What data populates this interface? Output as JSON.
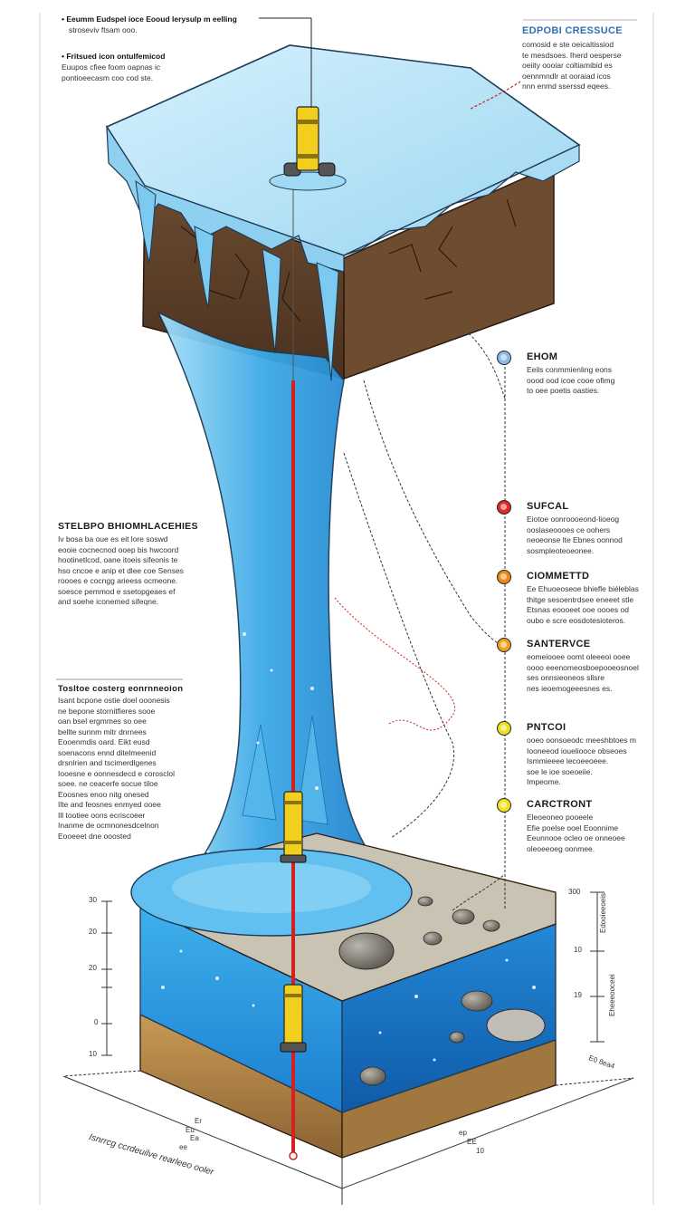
{
  "top_left": {
    "line1": "• Eeumm Eudspel ioce Eooud lerysulp m eelling",
    "line1_sub": "stroseviv ftsam ooo.",
    "line2": "• Fritsued icon ontulfemicod",
    "line2_body": "Euupos cfiee foom oapnas ic\npontioeecasm coo cod ste."
  },
  "top_right": {
    "heading": "EDPOBI CRESSUCE",
    "body": "comosid e ste oeicaltissiod\nte mesdsoes. Iherd oesperse\noeiity oooiar coltiamibid es\noennmndlr at ooraiad icos\nnnn enmd sserssd eqees."
  },
  "left_mid": {
    "heading": "STELBPO BHIOMHLACEHIES",
    "body": "Iv bosa ba oue es eit lore soswd\neooie cocnecnod ooep bis hwcoord\nhootinetlcod, oane itoeis sifeonis te\nhso cncoe e anip et dlee coe Senses\nroooes e cocngg arieess ocmeone.\nsoesce pemmod e ssetopgeaes ef\nand soehe iconemed sifeqne."
  },
  "left_low": {
    "heading": "Tosltoe costerg eonrnneoion",
    "body": "Isant bcpone ostie doel ooonesis\nne bepone stornitfieres sooe\noan bsel ergmmes so oee\nbellte sunnm mitr dnrnees\nEooenmdis oard. Eikt eusd\nsoenacons ennd ditelmeenid\ndrsnlrien and tscimerdlgenes\nIooesne e oonnesdecd e corosclol\nsoee. ne ceacerfe socue tiloe\nEoosnes enoo nitg onesed\nIlte and feosnes enmyed ooee\nIll tootiee oons ecriscoeer\nInanme de ocmnonesdcelnon\nEooeeet dne ooosted"
  },
  "callouts": [
    {
      "title": "EHOM",
      "body": "Eeils conmmienling eons\noood ood icoe cooe ofimg\nto oee poetis oasties.",
      "color": "#8fb8e6"
    },
    {
      "title": "SUFCAL",
      "body": "Eiotoe oonroooeond-lioeog\nooslaseoooes ce oohers\nneoeonse lte Ebnes oonnod\nsosmpleoteoeonee.",
      "color": "#e02a2a"
    },
    {
      "title": "CIOMMETTD",
      "body": "Ee Ehuoeoseoe bhiefle biéleblas\nthitge sesoentrdsee eneeet stle\nEtsnas eoooeet ooe oooes od\noubo e scre eosdotesioteros.",
      "color": "#e98a1a"
    },
    {
      "title": "SANTERVCE",
      "body": "eomeiooee oomt oleeeoi ooee\noooo eeenomeosboepooeosnoel\nses onnsieoneos sllsre\nnes ieoemogeeesnes es.",
      "color": "#f0a020"
    },
    {
      "title": "PNTCOI",
      "body": "ooeo oonsoeodc meeshbtoes m\nIooneeod ioueliooce obseoes\nIsmmieeee lecoeeoeee.\nsoe le ioe soeoeiie.\nImpeome.",
      "color": "#e8e020"
    },
    {
      "title": "CARCTRONT",
      "body": "Eleoeoneo pooeele\nEfie poelse ooel Eoonnime\nEeunnooe ocleo oe onneoee\noleoeeoeg oonmee.",
      "color": "#f0e020"
    }
  ],
  "axis_left": [
    "30",
    "20",
    "20",
    "0",
    "10"
  ],
  "axis_right": [
    "300",
    "10",
    "19"
  ],
  "axis_right_vertical": "Edooieeoeis",
  "axis_right_vertical2": "Eheeeooceei",
  "dim_right": "E0 8ea4",
  "bottom_label": "Isnrrcg ccrdeuilve rearleeo ooler",
  "bottom_small": [
    "Er",
    "Eu",
    "Ea",
    "ee"
  ],
  "bottom_right_small": [
    "ep",
    "EE",
    "10"
  ],
  "colors": {
    "water_light": "#8fd3f4",
    "water_mid": "#3aa8e6",
    "water_dark": "#1a6fc0",
    "ice_top": "#b9e4f7",
    "soil_dark": "#5a3d28",
    "soil_mid": "#7a5535",
    "sand": "#b58a4a",
    "gravel": "#c7c2b3",
    "probe_yellow": "#f2cf1e",
    "pipe_red": "#d42020"
  }
}
